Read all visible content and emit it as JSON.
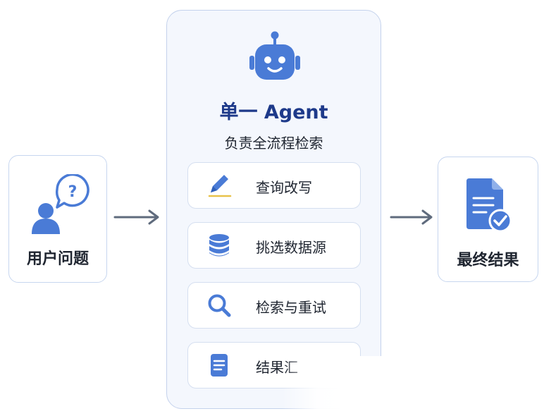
{
  "user_question": {
    "label": "用户问题",
    "icon": "question-bubble-user-icon"
  },
  "agent": {
    "title": "单一 Agent",
    "subtitle": "负责全流程检索",
    "icon": "robot-icon",
    "steps": [
      {
        "label": "查询改写",
        "icon": "pencil-icon"
      },
      {
        "label": "挑选数据源",
        "icon": "database-icon"
      },
      {
        "label": "检索与重试",
        "icon": "search-icon"
      },
      {
        "label": "结果汇",
        "icon": "document-icon"
      }
    ]
  },
  "final_result": {
    "label": "最终结果",
    "icon": "document-check-icon"
  },
  "colors": {
    "accent": "#4a7bd6",
    "title": "#1e3a8a",
    "border": "#c7d6ef",
    "panel_bg": "#f4f7fd"
  }
}
